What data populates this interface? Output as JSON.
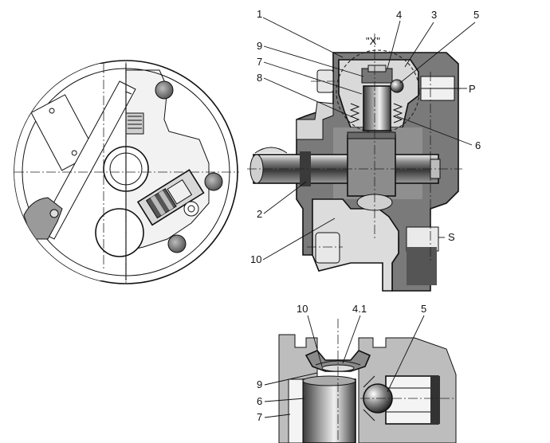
{
  "labels": {
    "main": {
      "n1": "1",
      "n4": "4",
      "n3": "3",
      "n5": "5",
      "x": "\"X\"",
      "n9": "9",
      "n7": "7",
      "n8": "8",
      "p": "P",
      "n6": "6",
      "n2": "2",
      "s": "S",
      "n10": "10"
    },
    "detail": {
      "n10": "10",
      "n41": "4.1",
      "n5": "5",
      "n9": "9",
      "n6": "6",
      "n7": "7"
    }
  },
  "colors": {
    "dark_gray": "#6e6e6e",
    "mid_gray": "#a9a9a9",
    "light_gray": "#d4d4d4",
    "pale_gray": "#ececec",
    "outline": "#111111"
  }
}
